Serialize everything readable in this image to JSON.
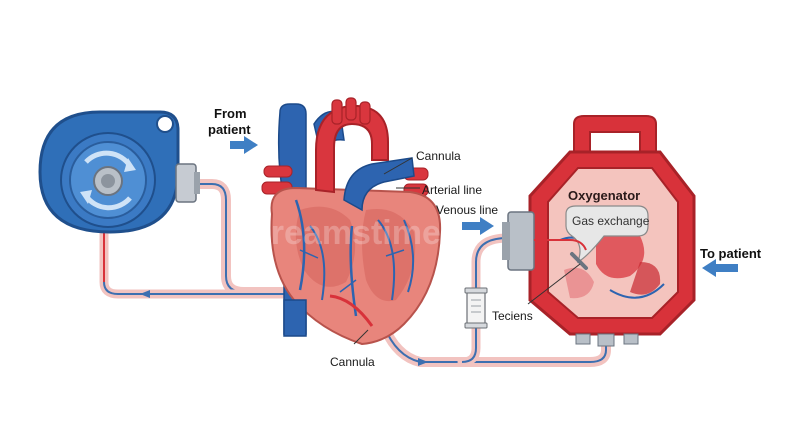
{
  "labels": {
    "from_patient_line1": "From",
    "from_patient_line2": "patient",
    "to_patient": "To patient",
    "cannula_top": "Cannula",
    "arterial_line": "Arterial line",
    "venous_line": "Venous line",
    "oxygenator": "Oxygenator",
    "gas_exchange": "Gas exchange",
    "teciens": "Teciens",
    "cannula_bottom": "Cannula"
  },
  "colors": {
    "pump_blue": "#2f6fb8",
    "pump_dark": "#1f4f8c",
    "tube_pink": "#f2c3c0",
    "tube_blue": "#3d6fb0",
    "tube_red": "#d8323a",
    "heart_red": "#d9363e",
    "heart_pink": "#e8857c",
    "vein_blue": "#2d64b0",
    "oxy_red": "#d8323a",
    "oxy_dark": "#a82228",
    "arrow_blue": "#3f7fc4"
  },
  "icons": {
    "pump": "centrifugal-pump-icon",
    "heart": "heart-anatomy-icon",
    "oxygenator": "oxygenator-device-icon"
  }
}
